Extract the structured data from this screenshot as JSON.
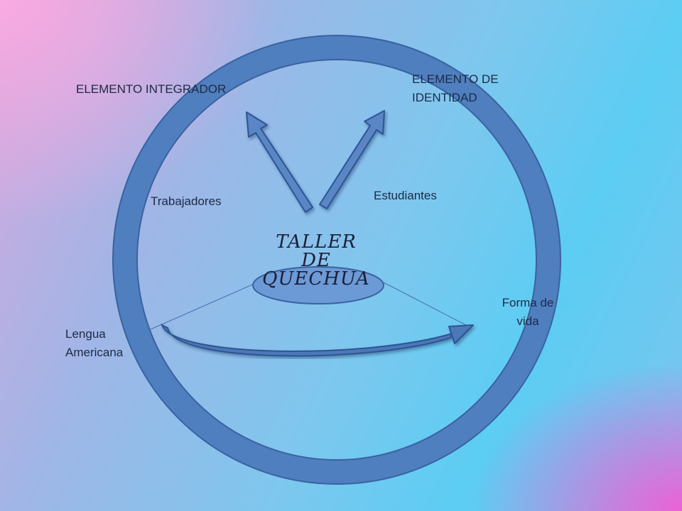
{
  "center": {
    "line1": "TALLER",
    "line2": "DE",
    "line3": "QUECHUA"
  },
  "labels": {
    "elemento_integrador": "ELEMENTO INTEGRADOR",
    "elemento_identidad_line1": "ELEMENTO DE",
    "elemento_identidad_line2": "IDENTIDAD",
    "trabajadores": "Trabajadores",
    "estudiantes": "Estudiantes",
    "lengua_line1": "Lengua",
    "lengua_line2": "Americana",
    "forma_line1": "Forma de",
    "forma_line2": "vida"
  },
  "colors": {
    "ring": "#4f7fbf",
    "ring_stroke": "#3a62a0",
    "arrow_fill": "#5a86c6",
    "arrow_stroke": "#2f5592",
    "connector": "#4a6fb0"
  }
}
